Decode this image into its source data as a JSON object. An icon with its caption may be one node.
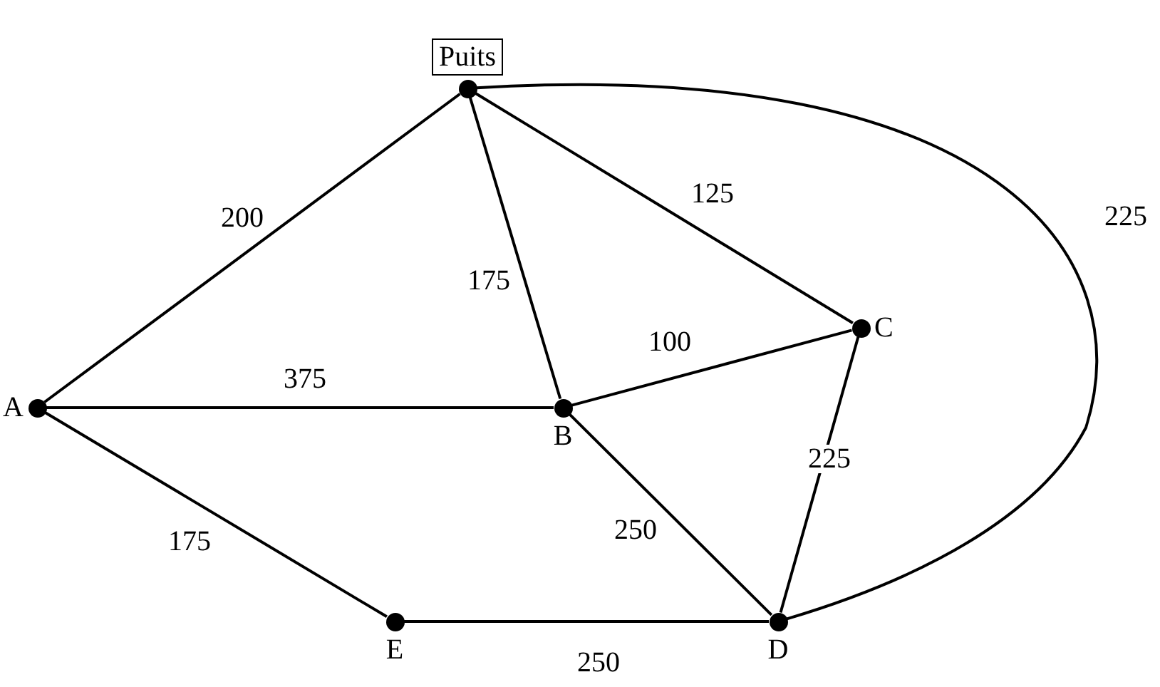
{
  "diagram": {
    "nodes": [
      {
        "text": [
          "Puits"
        ]
      },
      {
        "text": [
          "A"
        ]
      },
      {
        "text": [
          "B"
        ]
      },
      {
        "text": [
          "C"
        ]
      },
      {
        "text": [
          "D"
        ]
      },
      {
        "text": [
          "E"
        ]
      }
    ],
    "edges": [
      {
        "from": 0,
        "to": 1,
        "arrow": "none",
        "label": "200"
      },
      {
        "from": 0,
        "to": 2,
        "arrow": "none",
        "label": "175"
      },
      {
        "from": 0,
        "to": 3,
        "arrow": "none",
        "label": "125"
      },
      {
        "from": 0,
        "to": 4,
        "arrow": "none",
        "label": "225"
      },
      {
        "from": 1,
        "to": 2,
        "arrow": "none",
        "label": "375"
      },
      {
        "from": 2,
        "to": 3,
        "arrow": "none",
        "label": "100"
      },
      {
        "from": 3,
        "to": 4,
        "arrow": "none",
        "label": "225"
      },
      {
        "from": 2,
        "to": 4,
        "arrow": "none",
        "label": "250"
      },
      {
        "from": 1,
        "to": 5,
        "arrow": "none",
        "label": "175"
      },
      {
        "from": 5,
        "to": 4,
        "arrow": "none",
        "label": "250"
      }
    ]
  }
}
